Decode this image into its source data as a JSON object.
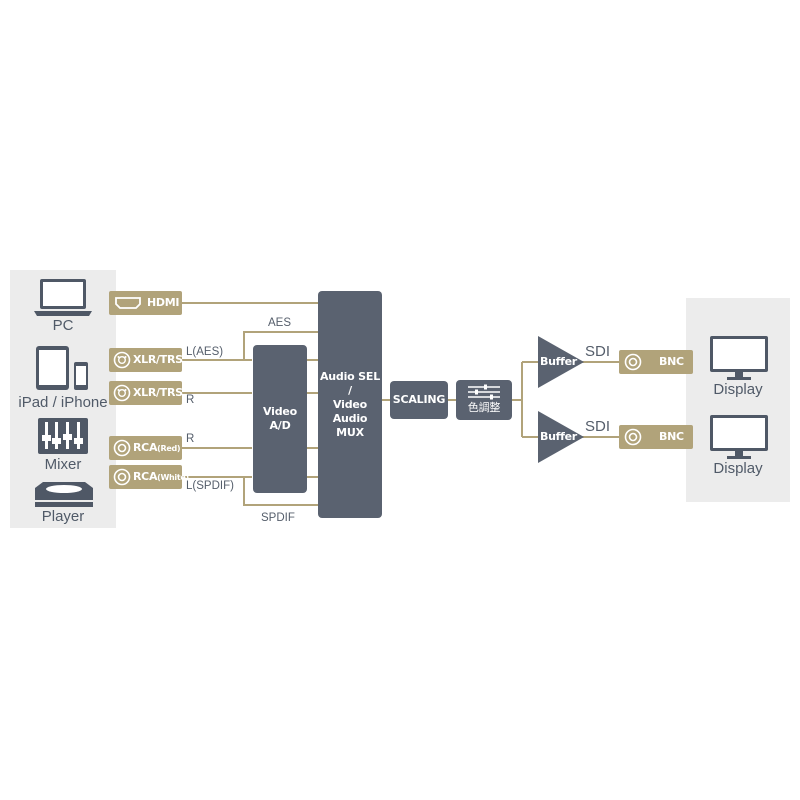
{
  "sources": [
    {
      "label": "PC",
      "icon": "laptop-icon"
    },
    {
      "label": "iPad / iPhone",
      "icon": "tablet-phone-icon"
    },
    {
      "label": "Mixer",
      "icon": "mixer-icon"
    },
    {
      "label": "Player",
      "icon": "disc-player-icon"
    }
  ],
  "inputs": {
    "hdmi": "HDMI",
    "xlr1": "XLR/TRS",
    "xlr2": "XLR/TRS",
    "rca_red_main": "RCA",
    "rca_red_sub": "(Red)",
    "rca_white_main": "RCA",
    "rca_white_sub": "(White)"
  },
  "signals": {
    "aes": "AES",
    "l_aes": "L(AES)",
    "r1": "R",
    "r2": "R",
    "l_spdif": "L(SPDIF)",
    "spdif": "SPDIF"
  },
  "blocks": {
    "video_ad": [
      "Video",
      "A/D"
    ],
    "mux": [
      "Audio SEL /",
      "Video Audio",
      "MUX"
    ],
    "scaling": "SCALING",
    "color_adjust": "色調整"
  },
  "outputs": [
    {
      "buffer": "Buffer",
      "signal": "SDI",
      "connector": "BNC",
      "display": "Display"
    },
    {
      "buffer": "Buffer",
      "signal": "SDI",
      "connector": "BNC",
      "display": "Display"
    }
  ],
  "colors": {
    "accent_gold": "#b1a37a",
    "block_gray": "#5a6270",
    "panel_bg": "#ececec",
    "text_gray": "#505a68"
  }
}
